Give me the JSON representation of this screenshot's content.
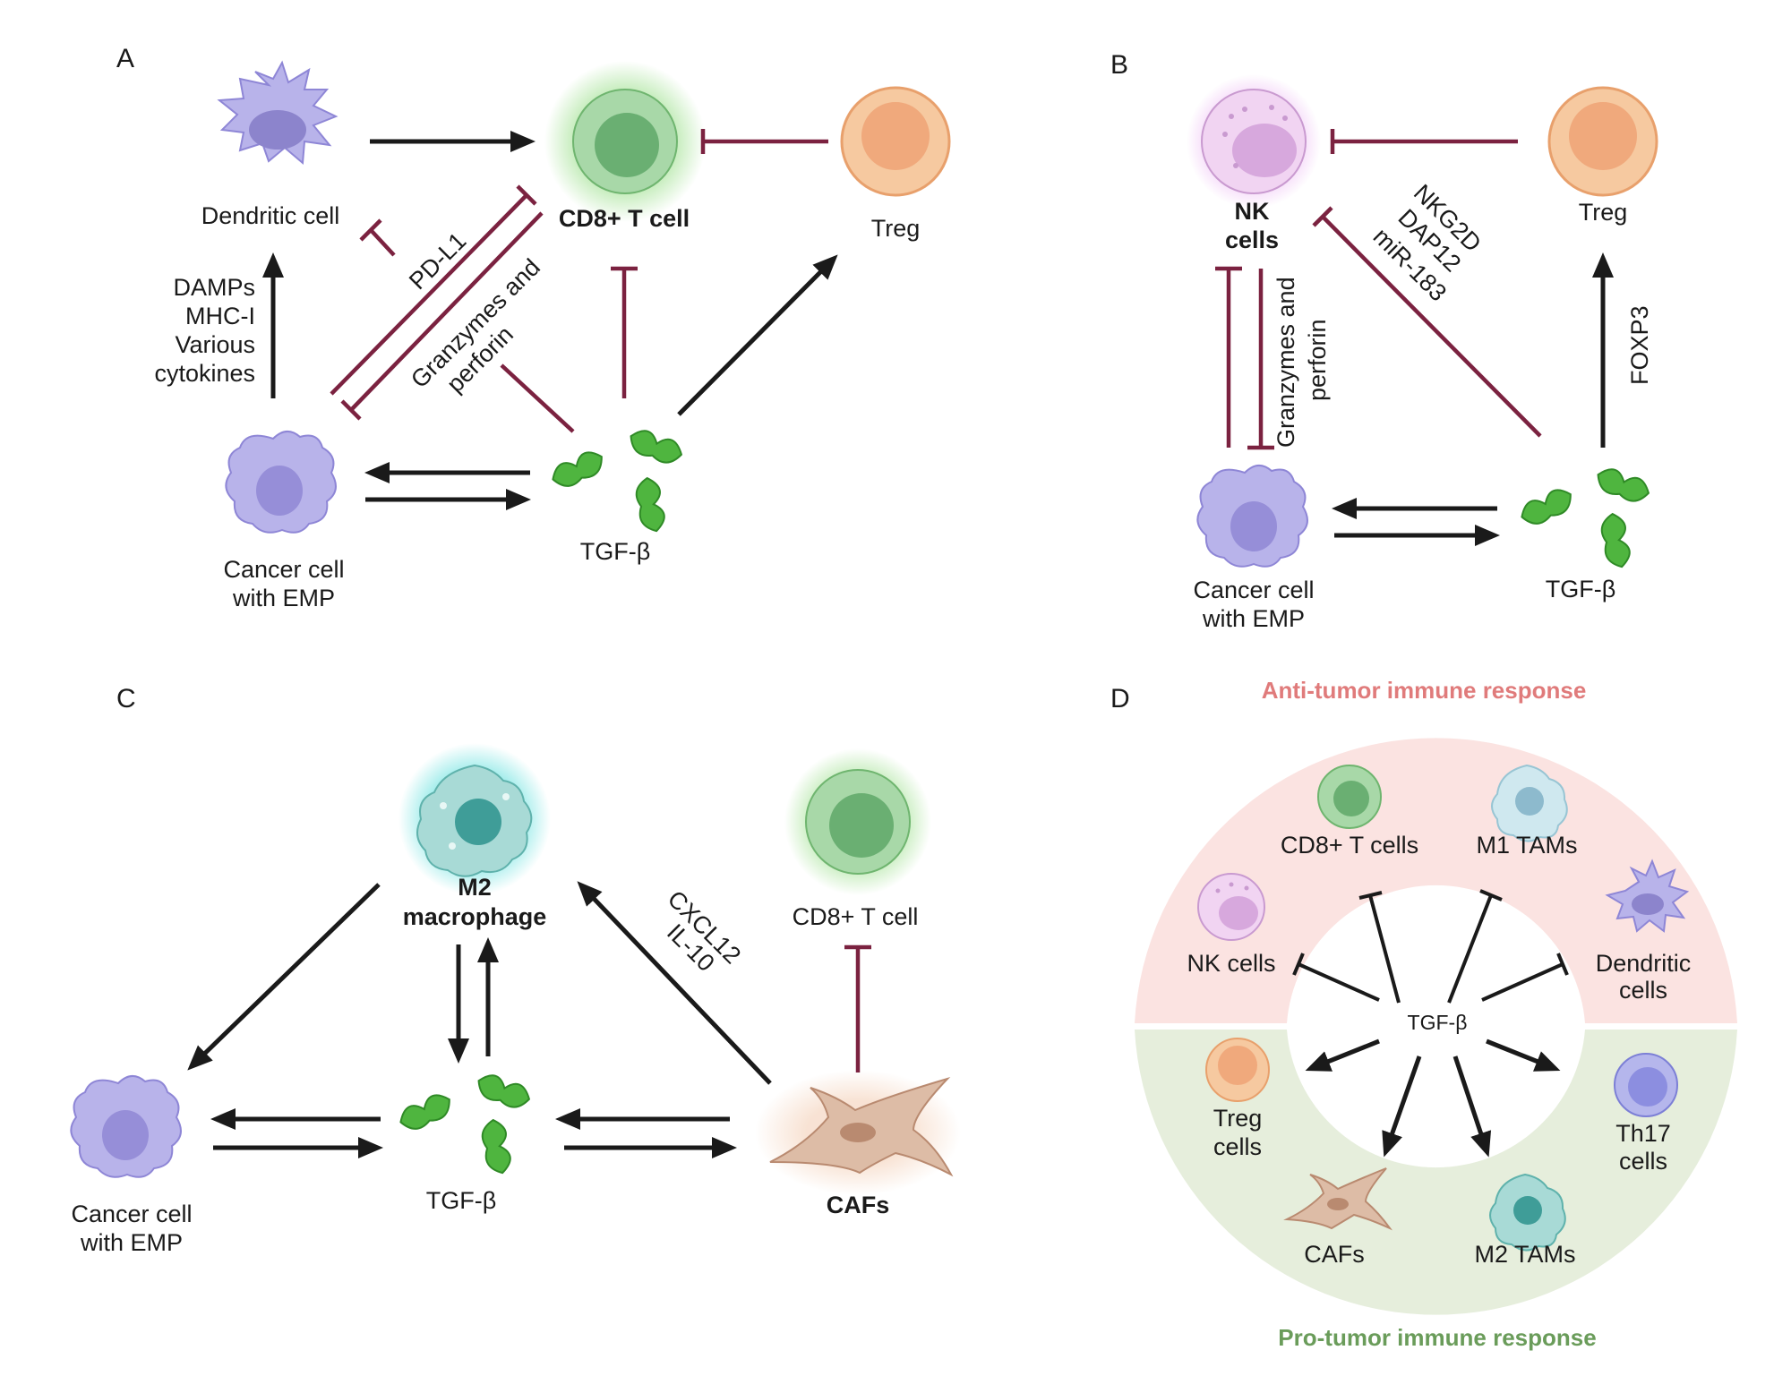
{
  "panels": {
    "A": {
      "letter": "A",
      "dendritic": "Dendritic cell",
      "cd8": "CD8+ T cell",
      "treg": "Treg",
      "damps": [
        "DAMPs",
        "MHC-I",
        "Various",
        "cytokines"
      ],
      "pdl1": "PD-L1",
      "granzymes": [
        "Granzymes and",
        "perforin"
      ],
      "cancer": [
        "Cancer cell",
        "with EMP"
      ],
      "tgf": "TGF-β"
    },
    "B": {
      "letter": "B",
      "nk": [
        "NK",
        "cells"
      ],
      "treg": "Treg",
      "nkg2d": [
        "NKG2D",
        "DAP12",
        "miR-183"
      ],
      "granzymes": [
        "Granzymes and",
        "perforin"
      ],
      "foxp3": "FOXP3",
      "cancer": [
        "Cancer cell",
        "with EMP"
      ],
      "tgf": "TGF-β"
    },
    "C": {
      "letter": "C",
      "m2": [
        "M2",
        "macrophage"
      ],
      "cd8": "CD8+ T cell",
      "cxcl": [
        "CXCL12",
        "IL-10"
      ],
      "cancer": [
        "Cancer cell",
        "with EMP"
      ],
      "tgf": "TGF-β",
      "cafs": "CAFs"
    },
    "D": {
      "letter": "D",
      "anti_title": "Anti-tumor immune response",
      "pro_title": "Pro-tumor immune response",
      "center": "TGF-β",
      "cd8": "CD8+ T cells",
      "m1": "M1 TAMs",
      "nk": "NK cells",
      "dc": [
        "Dendritic",
        "cells"
      ],
      "treg": [
        "Treg",
        "cells"
      ],
      "th17": [
        "Th17",
        "cells"
      ],
      "cafs": "CAFs",
      "m2": "M2 TAMs"
    }
  },
  "colors": {
    "arrow": "#1a1a1a",
    "inhibit": "#7b2240",
    "anti_bg": "#fbe3e1",
    "pro_bg": "#e6eedc",
    "tgf": "#4fb53f"
  }
}
